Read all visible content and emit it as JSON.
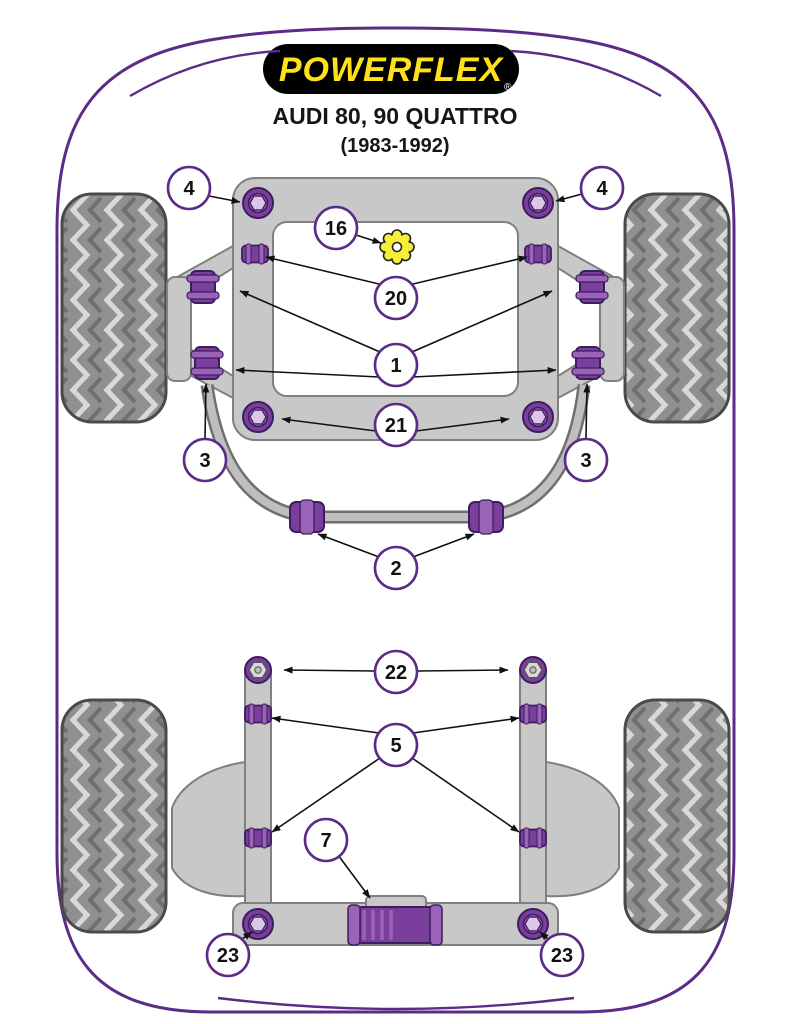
{
  "brand": {
    "logo_text": "POWERFLEX",
    "registered_mark": "®"
  },
  "header": {
    "title": "AUDI 80, 90 QUATTRO",
    "subtitle": "(1983-1992)"
  },
  "colors": {
    "purple": "#5b2b87",
    "bush_purple": "#7a3f9c",
    "bush_purple_light": "#9a63b8",
    "bush_purple_dark": "#3c1d5e",
    "part_gray": "#c8c8c8",
    "part_gray_outline": "#808080",
    "tire_gray": "#909090",
    "tread_light": "#d8d8d8",
    "cam_yellow": "#f6ef3a",
    "logo_yellow": "#ffe11a",
    "logo_black": "#000000",
    "text_black": "#111111"
  },
  "callouts": [
    {
      "label": "4",
      "position": "front-subframe-upper-left-mount"
    },
    {
      "label": "4",
      "position": "front-subframe-upper-right-mount"
    },
    {
      "label": "16",
      "position": "front-alignment-cam"
    },
    {
      "label": "20",
      "position": "front-upper-inner-bushes"
    },
    {
      "label": "1",
      "position": "front-arm-bushes"
    },
    {
      "label": "21",
      "position": "front-subframe-lower-mounts"
    },
    {
      "label": "3",
      "position": "front-outer-bush-left"
    },
    {
      "label": "3",
      "position": "front-outer-bush-right"
    },
    {
      "label": "2",
      "position": "front-anti-roll-bar-bushes"
    },
    {
      "label": "22",
      "position": "rear-arm-top-mounts"
    },
    {
      "label": "5",
      "position": "rear-arm-bushes"
    },
    {
      "label": "7",
      "position": "rear-beam-centre-bush"
    },
    {
      "label": "23",
      "position": "rear-beam-left-mount"
    },
    {
      "label": "23",
      "position": "rear-beam-right-mount"
    }
  ]
}
